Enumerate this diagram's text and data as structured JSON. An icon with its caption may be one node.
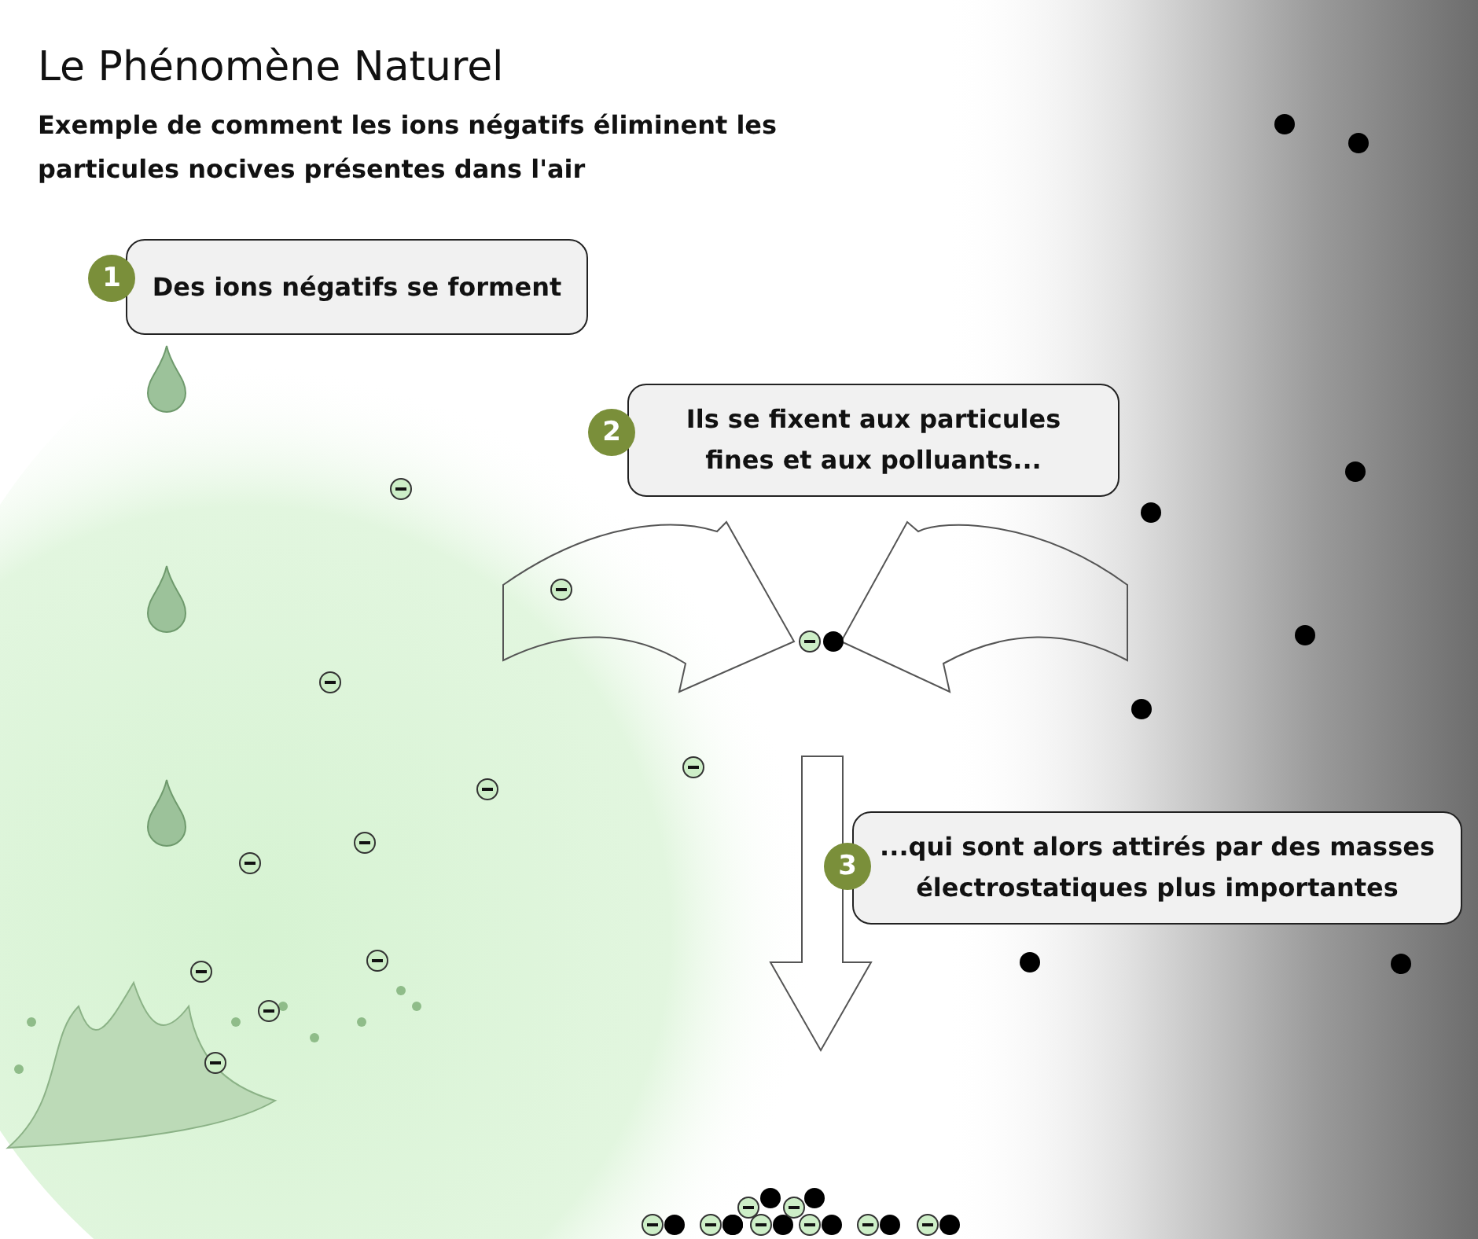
{
  "diagram": {
    "title": "Le Phénomène Naturel",
    "nodes": [
      {
        "text": [
          "1",
          "Des ions négatifs se forment"
        ]
      },
      {
        "text": [
          "2",
          "Ils se fixent aux particules fines et aux polluants..."
        ]
      },
      {
        "text": [
          "3",
          "...qui sont alors attirés par des masses électrostatiques plus importantes"
        ]
      }
    ],
    "labels": [
      "Exemple de comment les ions négatifs éliminent les particules nocives présentes dans l'air"
    ]
  }
}
